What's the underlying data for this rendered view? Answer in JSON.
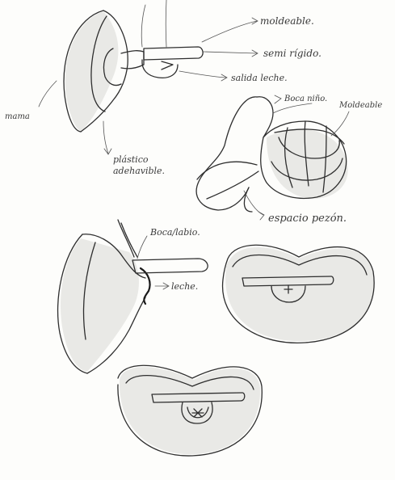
{
  "annotations": {
    "moldeable_top": "moldeable.",
    "semi_rigido": "semi rígido.",
    "salida_leche": "salida leche.",
    "mama": "mama",
    "plastico_line1": "plástico",
    "plastico_line2": "adehavible.",
    "boca_nino": "Boca niño.",
    "moldeable_right": "Moldeable",
    "espacio_pezon": "espacio pezón.",
    "boca_labio": "Boca/labio.",
    "leche": "leche."
  },
  "colors": {
    "ink": "#2e2e2e",
    "paper": "#fdfdfb"
  }
}
